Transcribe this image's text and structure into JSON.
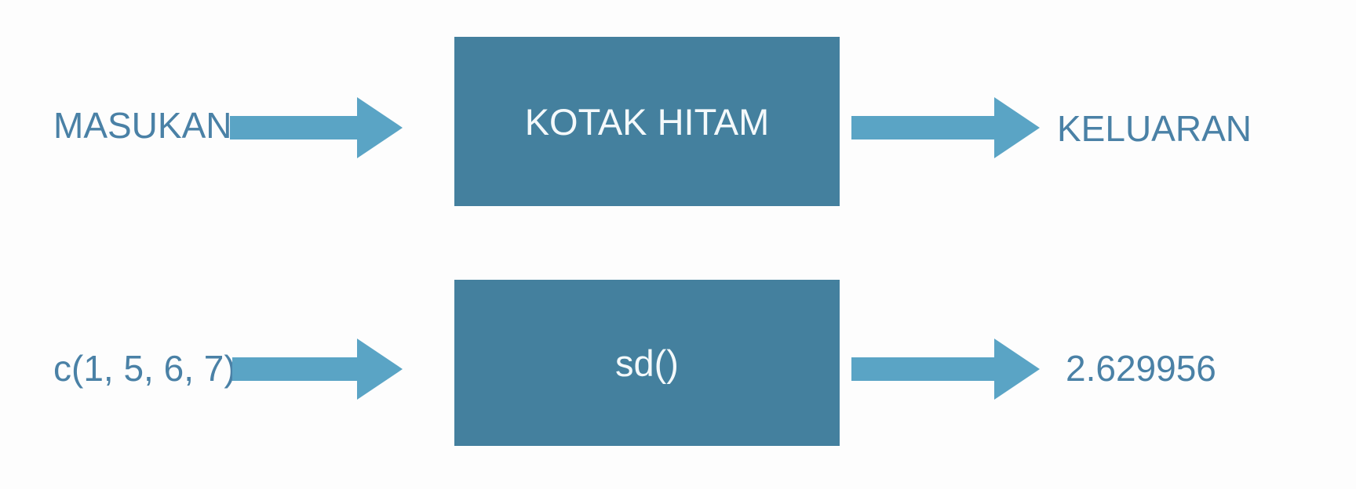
{
  "theme": {
    "background": "#fdfdfd",
    "box_fill": "#44809e",
    "arrow_fill": "#5aa4c5",
    "label_color": "#4a81a6",
    "box_text_color": "#f4f9fb"
  },
  "diagram": {
    "description": "input to black box to output flow, with concrete R example",
    "rows": [
      {
        "input": "MASUKAN",
        "box": "KOTAK HITAM",
        "output": "KELUARAN"
      },
      {
        "input": "c(1, 5, 6, 7)",
        "box": "sd()",
        "output": "2.629956"
      }
    ]
  }
}
